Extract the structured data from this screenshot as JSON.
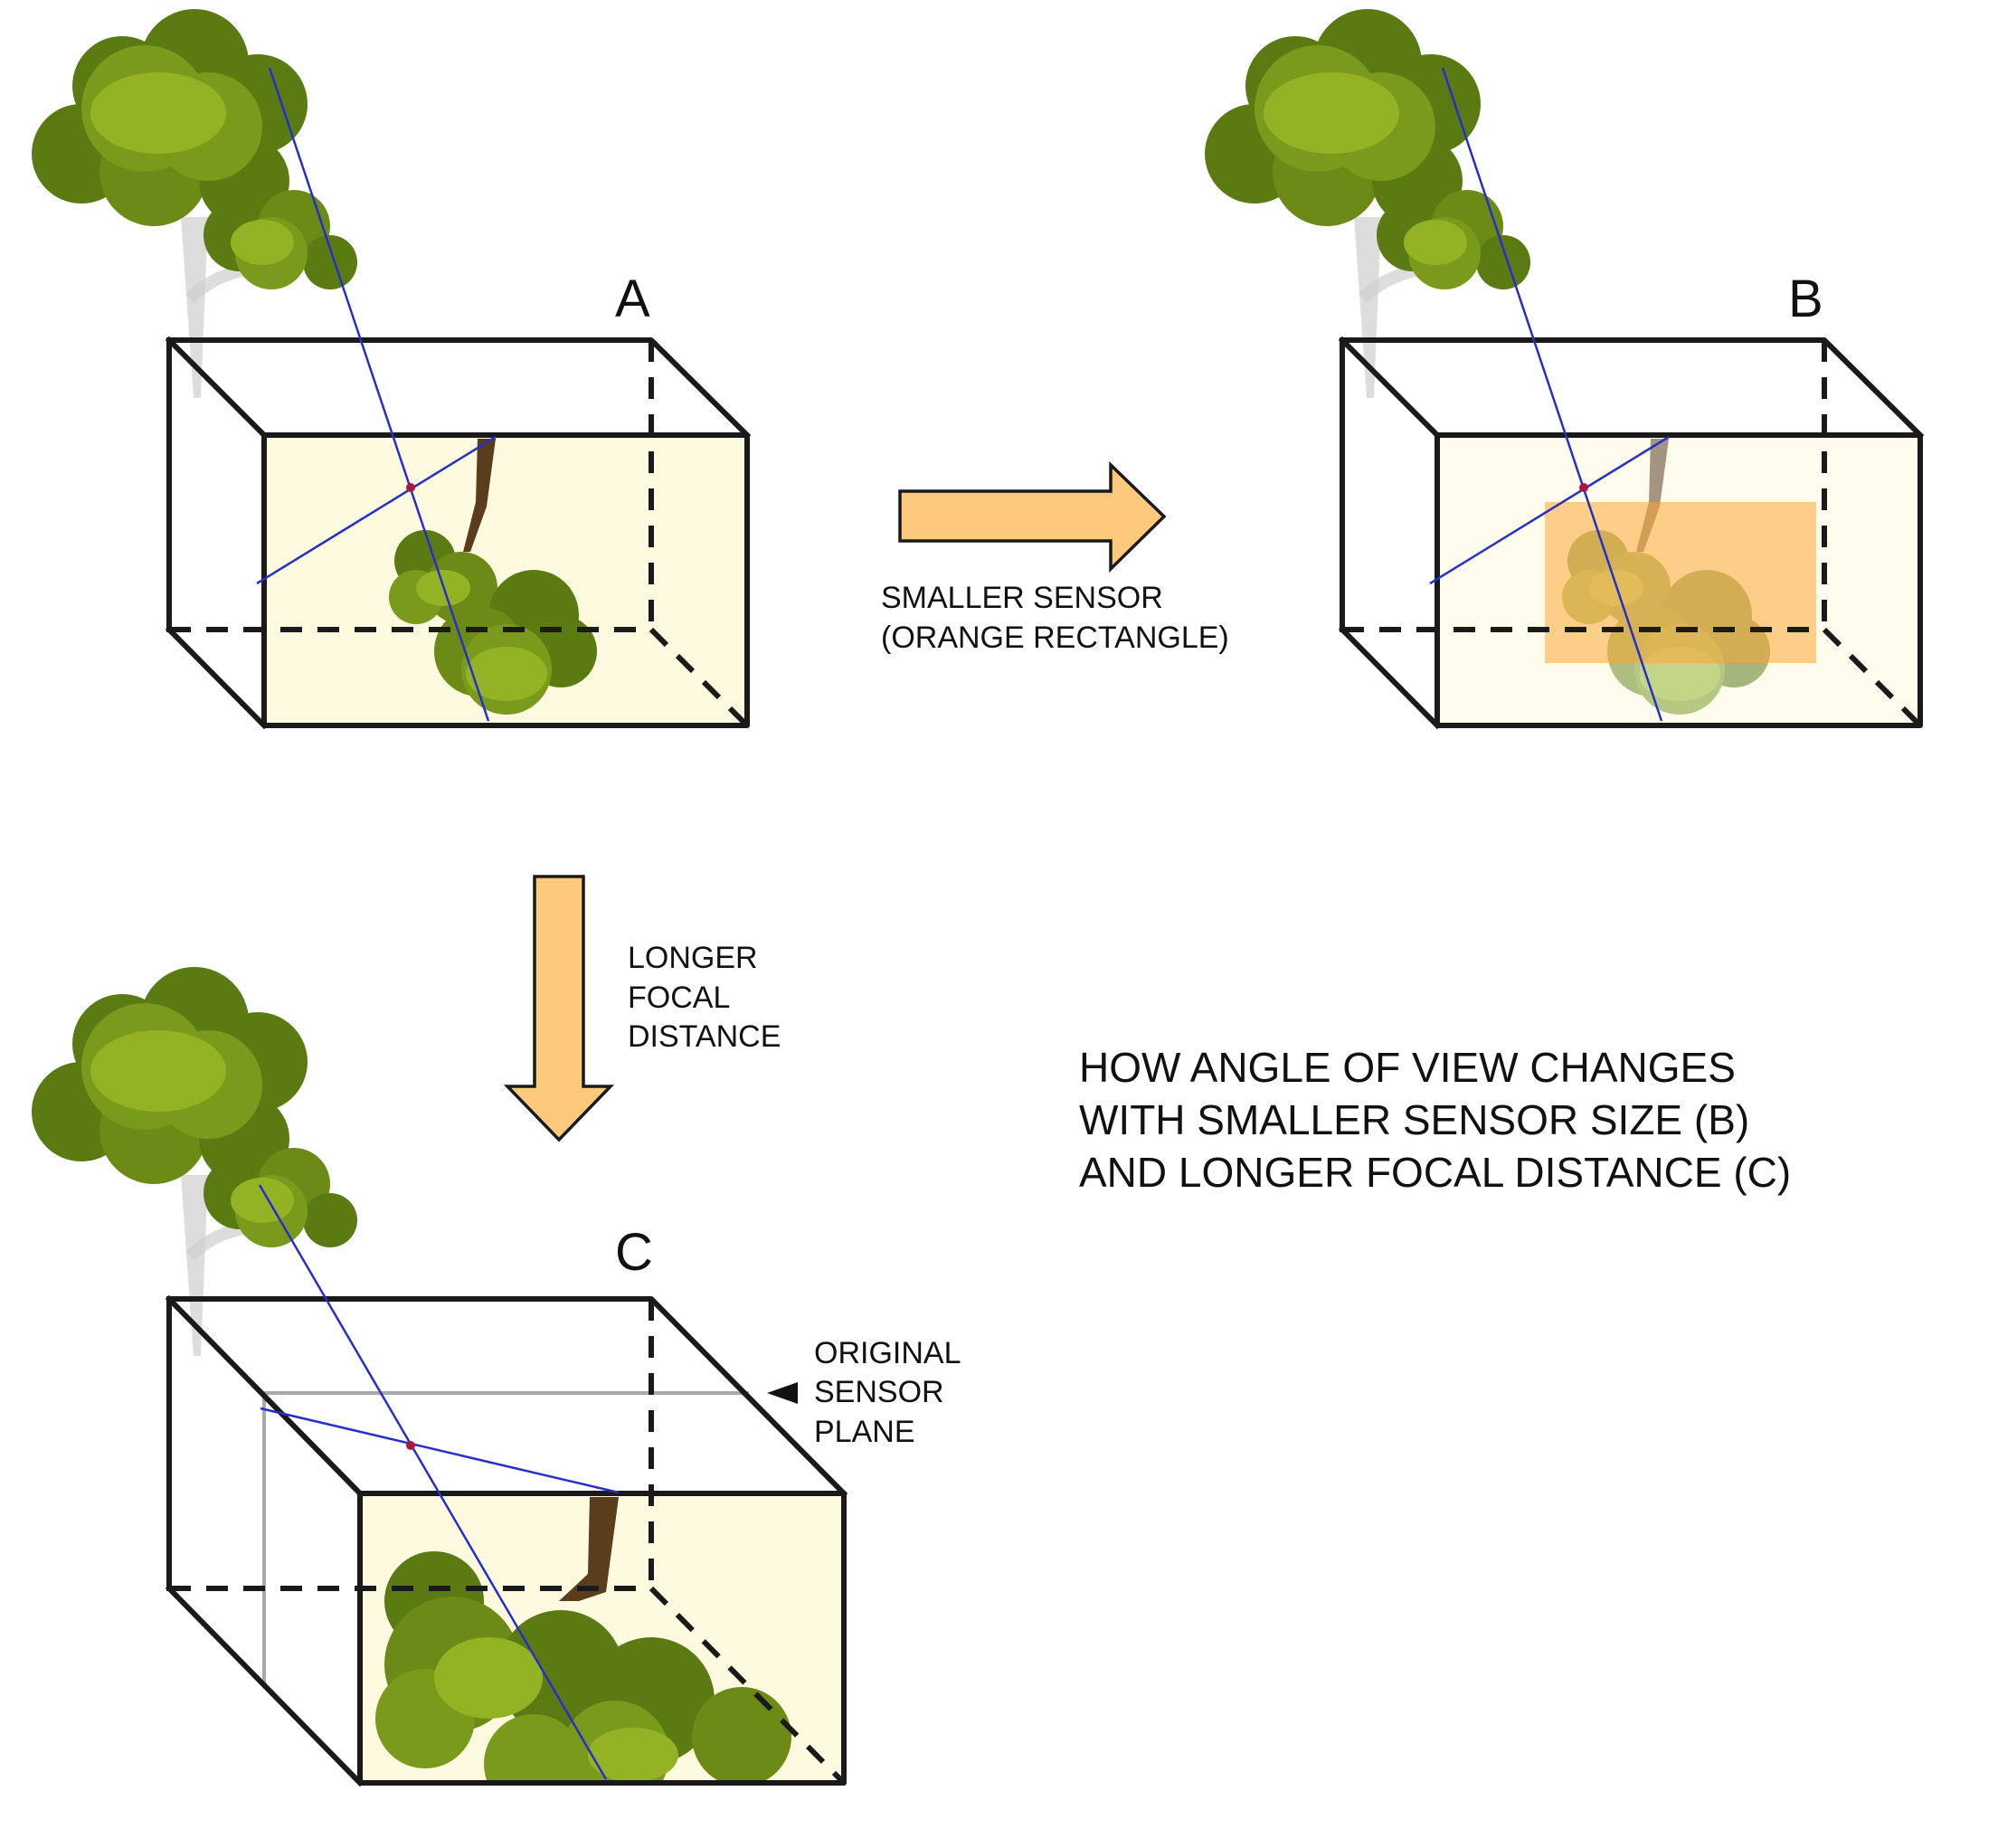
{
  "diagrams": {
    "a": {
      "label": "A"
    },
    "b": {
      "label": "B"
    },
    "c": {
      "label": "C"
    }
  },
  "annotations": {
    "smaller_sensor": [
      "SMALLER SENSOR",
      "(ORANGE RECTANGLE)"
    ],
    "longer_focal": [
      "LONGER",
      "FOCAL",
      "DISTANCE"
    ],
    "original_sensor": [
      "ORIGINAL",
      "SENSOR",
      "PLANE"
    ]
  },
  "caption": [
    "HOW ANGLE OF VIEW CHANGES",
    "WITH SMALLER SENSOR SIZE (B)",
    "AND LONGER FOCAL DISTANCE (C)"
  ],
  "colors": {
    "sensor_fill": "#fdfadf",
    "orange_sensor": "#fbbf6a",
    "arrow_fill": "#fdc97c",
    "ray": "#2530c8",
    "pinhole": "#b0134a",
    "foliage_dark": "#5a7a12",
    "foliage_mid": "#7a9a1c",
    "foliage_light": "#93b325",
    "trunk": "#5a3e1b"
  }
}
